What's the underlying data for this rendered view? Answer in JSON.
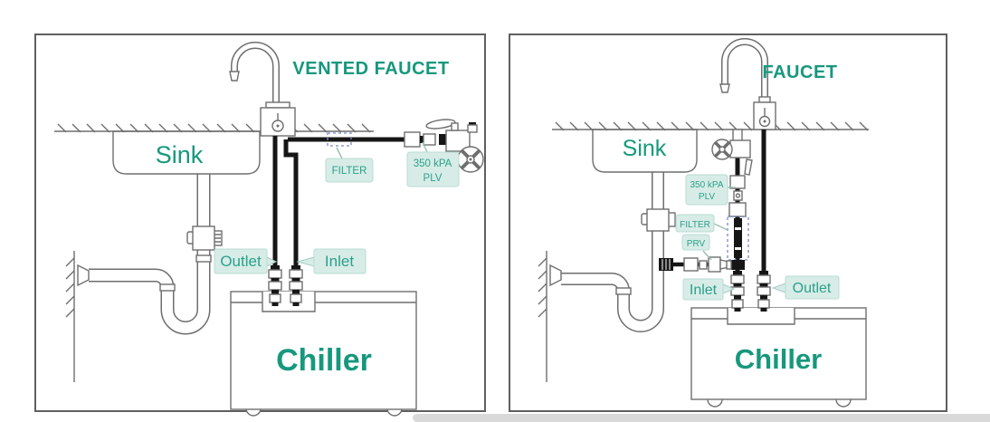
{
  "colors": {
    "accent_green": "#16987d",
    "label_text": "#2aa18b",
    "label_background": "#d8ece7",
    "label_border": "#b7dbd2",
    "pipe_black": "#161616",
    "line_gray": "#6e6e6e",
    "filter_dash_blue": "#7b86c8",
    "footer_strip_gray": "#d9d9d9"
  },
  "left_panel": {
    "title": "VENTED FAUCET",
    "sink": "Sink",
    "filter": "FILTER",
    "plv_line1": "350 kPA",
    "plv_line2": "PLV",
    "outlet": "Outlet",
    "inlet": "Inlet",
    "chiller": "Chiller"
  },
  "right_panel": {
    "title": "FAUCET",
    "sink": "Sink",
    "plv_line1": "350 kPA",
    "plv_line2": "PLV",
    "filter": "FILTER",
    "prv": "PRV",
    "inlet": "Inlet",
    "outlet": "Outlet",
    "chiller": "Chiller"
  }
}
